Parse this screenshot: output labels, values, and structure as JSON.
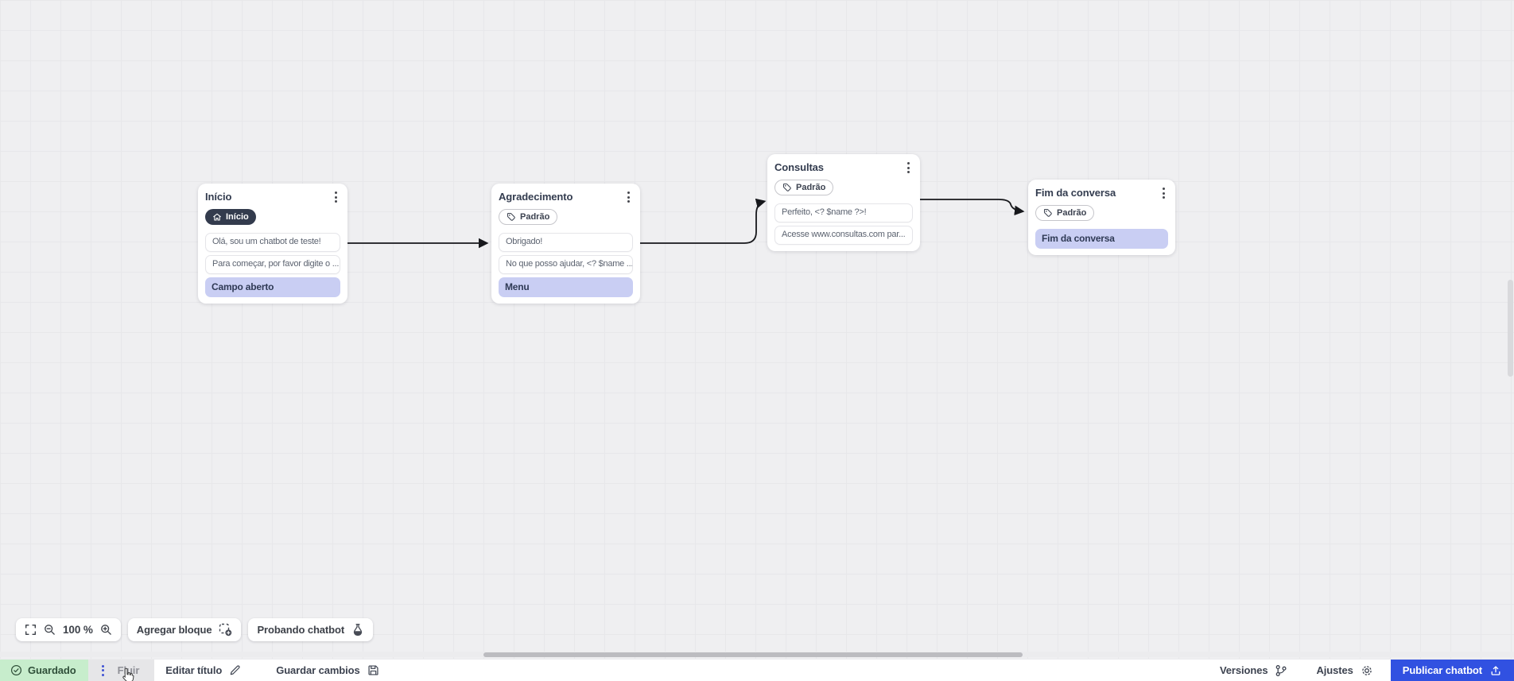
{
  "canvas": {
    "nodes": [
      {
        "title": "Início",
        "badge": "Início",
        "messages": [
          "Olá, sou um chatbot de teste!",
          "Para começar, por favor digite o ..."
        ],
        "action": "Campo aberto"
      },
      {
        "title": "Agradecimento",
        "badge": "Padrão",
        "messages": [
          "Obrigado!",
          "No que posso ajudar, <? $name ..."
        ],
        "action": "Menu"
      },
      {
        "title": "Consultas",
        "badge": "Padrão",
        "messages": [
          "Perfeito, <? $name ?>!",
          "Acesse www.consultas.com par..."
        ]
      },
      {
        "title": "Fim da conversa",
        "badge": "Padrão",
        "action": "Fim da conversa"
      }
    ]
  },
  "toolbar": {
    "zoom_level": "100 %",
    "add_block": "Agregar bloque",
    "test_chatbot": "Probando chatbot"
  },
  "statusbar": {
    "saved": "Guardado",
    "flow_tab": "Fluir",
    "edit_title": "Editar título",
    "save_changes": "Guardar cambios",
    "versions": "Versiones",
    "settings": "Ajustes",
    "publish": "Publicar chatbot"
  },
  "colors": {
    "accent_blue": "#3151e1",
    "saved_green_bg": "#c7edcc",
    "saved_green_text": "#30503a",
    "action_lavender": "#c9cef3",
    "badge_dark_bg": "#333b4d",
    "canvas_bg": "#efeff1",
    "edge_stroke": "#17181c"
  }
}
